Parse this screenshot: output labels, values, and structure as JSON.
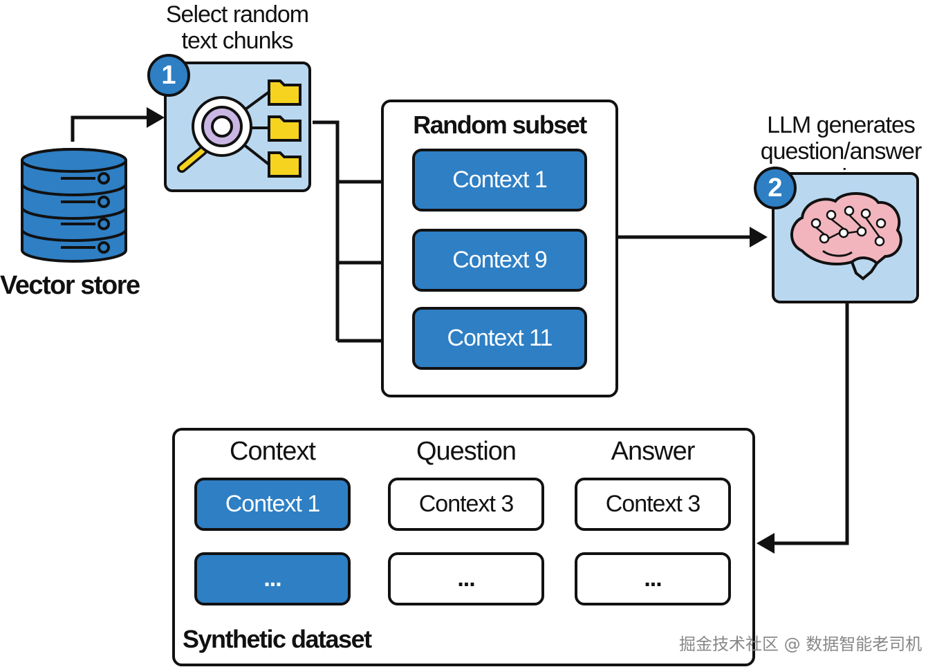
{
  "vector_store": {
    "label": "Vector store"
  },
  "step1": {
    "number": "1",
    "caption_line1": "Select random",
    "caption_line2": "text chunks"
  },
  "random_subset": {
    "title": "Random subset",
    "items": [
      "Context 1",
      "Context 9",
      "Context 11"
    ]
  },
  "step2": {
    "number": "2",
    "caption_line1": "LLM generates",
    "caption_line2": "question/answer pairs"
  },
  "synthetic_dataset": {
    "title": "Synthetic dataset",
    "headers": [
      "Context",
      "Question",
      "Answer"
    ],
    "row1": [
      "Context 1",
      "Context 3",
      "Context 3"
    ],
    "row2": [
      "...",
      "...",
      "..."
    ]
  },
  "watermark": "掘金技术社区 @ 数据智能老司机",
  "colors": {
    "accent_blue": "#2e7fc4",
    "tile_blue": "#b9d7ef",
    "folder_yellow": "#f5d31f"
  }
}
